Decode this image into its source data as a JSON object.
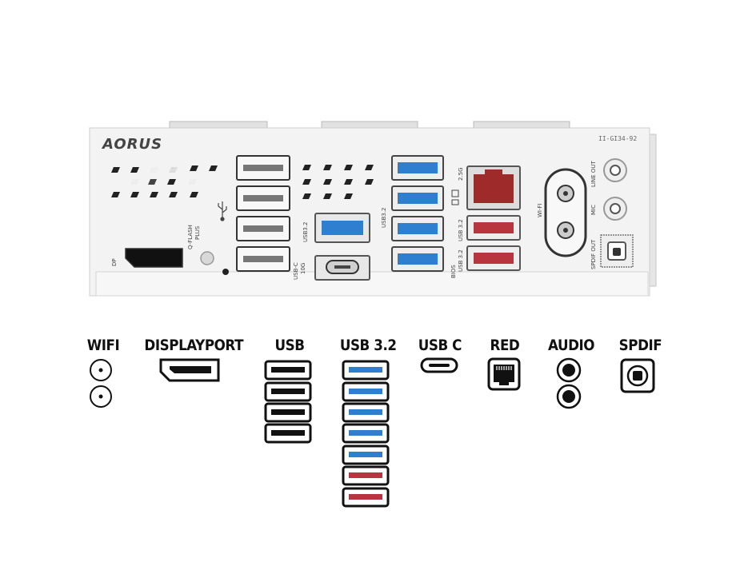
{
  "panel": {
    "brand": "AORUS",
    "model": "II-GI34-92",
    "labels": {
      "dp": "DP",
      "qflash_1": "Q-FLASH",
      "qflash_2": "PLUS",
      "usbc_1": "USB-C",
      "usbc_2": "10G",
      "usb32_a": "USB3.2",
      "usb32_b": "USB3.2",
      "lan": "2.5G",
      "usb32_c": "USB 3.2",
      "bios_1": "BIOS",
      "bios_2": "USB 3.2",
      "wifi": "WI-FI",
      "line_out": "LINE OUT",
      "mic": "MIC",
      "spdif_out": "SPDIF OUT"
    }
  },
  "legend": {
    "items": [
      {
        "id": "wifi",
        "title": "WIFI"
      },
      {
        "id": "displayport",
        "title": "DISPLAYPORT"
      },
      {
        "id": "usb",
        "title": "USB"
      },
      {
        "id": "usb32",
        "title": "USB 3.2"
      },
      {
        "id": "usbc",
        "title": "USB C"
      },
      {
        "id": "red",
        "title": "RED"
      },
      {
        "id": "audio",
        "title": "AUDIO"
      },
      {
        "id": "spdif",
        "title": "SPDIF"
      }
    ]
  },
  "colors": {
    "usb_blue": "#2f7fd0",
    "usb_red": "#b8343f",
    "lan_red": "#9e2a2a",
    "panel": "#f3f3f3"
  }
}
